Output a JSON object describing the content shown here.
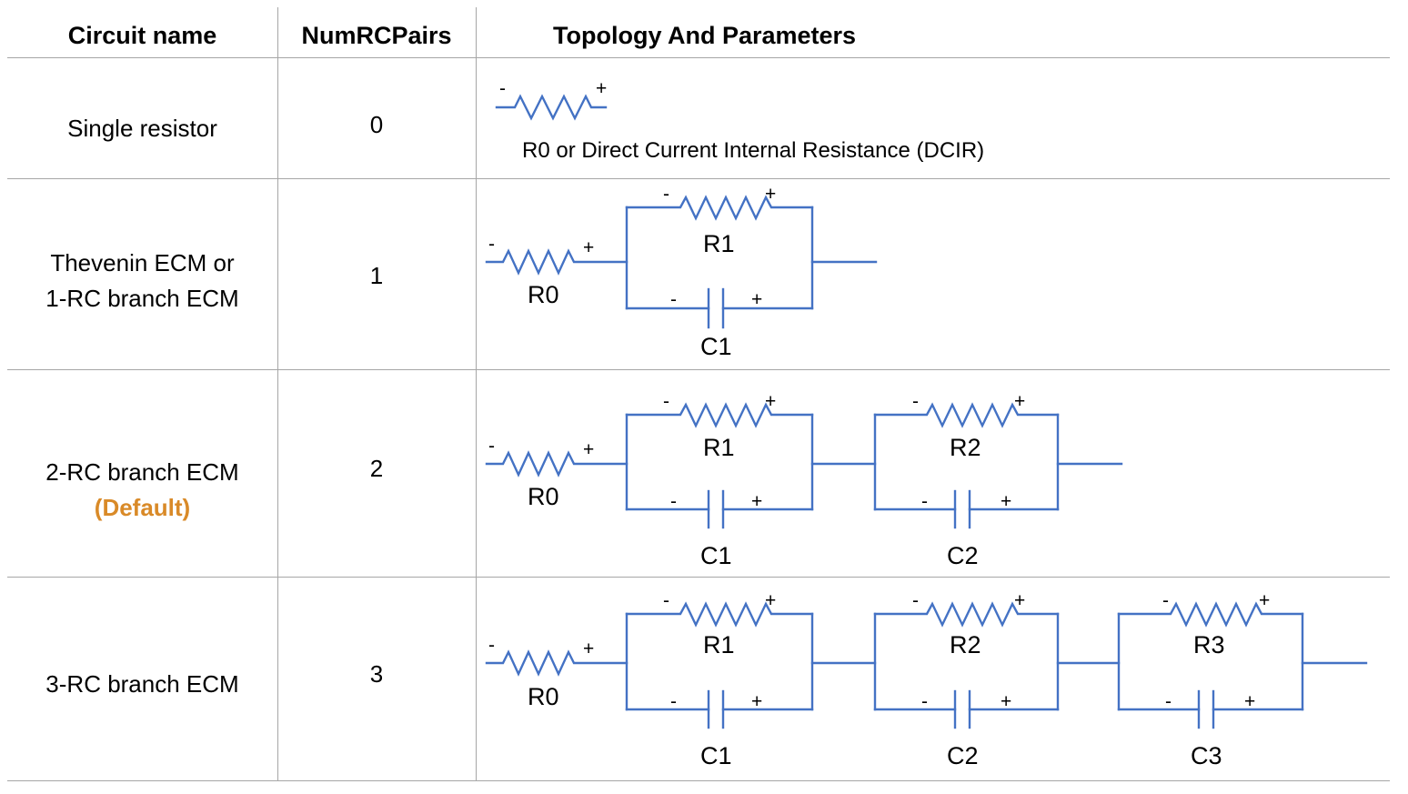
{
  "table": {
    "headers": {
      "circuit_name": "Circuit name",
      "num_rc_pairs": "NumRCPairs",
      "topology": "Topology And Parameters"
    },
    "rows": [
      {
        "name_lines": [
          "Single resistor"
        ],
        "num_rc_pairs": "0",
        "topology_caption": "R0 or   Direct Current Internal Resistance (DCIR)",
        "components": [
          "R0"
        ],
        "default_badge": null
      },
      {
        "name_lines": [
          "Thevenin ECM or",
          "1-RC branch ECM"
        ],
        "num_rc_pairs": "1",
        "topology_caption": null,
        "components": [
          "R0",
          "R1",
          "C1"
        ],
        "default_badge": null
      },
      {
        "name_lines": [
          "2-RC branch ECM"
        ],
        "num_rc_pairs": "2",
        "topology_caption": null,
        "components": [
          "R0",
          "R1",
          "C1",
          "R2",
          "C2"
        ],
        "default_badge": "(Default)"
      },
      {
        "name_lines": [
          "3-RC branch ECM"
        ],
        "num_rc_pairs": "3",
        "topology_caption": null,
        "components": [
          "R0",
          "R1",
          "C1",
          "R2",
          "C2",
          "R3",
          "C3"
        ],
        "default_badge": null
      }
    ]
  },
  "labels": {
    "r0": "R0",
    "r1": "R1",
    "r2": "R2",
    "r3": "R3",
    "c1": "C1",
    "c2": "C2",
    "c3": "C3",
    "plus": "+",
    "minus": "-"
  },
  "colors": {
    "circuit_line": "#4472C4",
    "grid_line": "#a6a6a6",
    "text": "#000000",
    "default_badge": "#D98A28",
    "background": "#ffffff"
  }
}
